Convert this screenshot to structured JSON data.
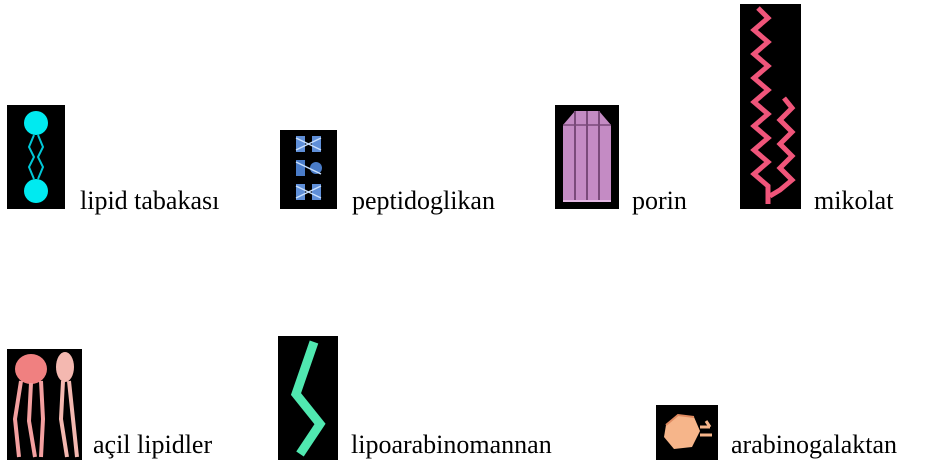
{
  "legend": {
    "items": [
      {
        "key": "lipid",
        "label": "lipid tabakası",
        "icon": "lipid-bilayer-icon",
        "color": "#00e5ee"
      },
      {
        "key": "peptidoglycan",
        "label": "peptidoglikan",
        "icon": "peptidoglycan-icon",
        "color": "#5b8fd6"
      },
      {
        "key": "porin",
        "label": "porin",
        "icon": "porin-icon",
        "color": "#c48bc4"
      },
      {
        "key": "mycolate",
        "label": "mikolat",
        "icon": "mycolate-icon",
        "color": "#f0557a"
      },
      {
        "key": "acyl",
        "label": "açil lipidler",
        "icon": "acyl-lipids-icon",
        "color": "#f4a0a0"
      },
      {
        "key": "lam",
        "label": "lipoarabinomannan",
        "icon": "lipoarabinomannan-icon",
        "color": "#50e8b0"
      },
      {
        "key": "ag",
        "label": "arabinogalaktan",
        "icon": "arabinogalactan-icon",
        "color": "#f6b58a"
      }
    ]
  }
}
